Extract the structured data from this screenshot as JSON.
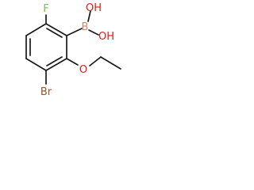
{
  "molecule": {
    "atoms": {
      "fluorine": {
        "text": "F",
        "color": "#7fbf3f"
      },
      "boron": {
        "text": "B",
        "color": "#c98a6a"
      },
      "hydroxyl_top": {
        "text": "OH",
        "color": "#e01b1b"
      },
      "hydroxyl_bottom": {
        "text": "OH",
        "color": "#e01b1b"
      },
      "ether_oxygen": {
        "text": "O",
        "color": "#e01b1b"
      },
      "bromine": {
        "text": "Br",
        "color": "#a0522d"
      }
    },
    "bond_color": "#1a1a1a"
  }
}
